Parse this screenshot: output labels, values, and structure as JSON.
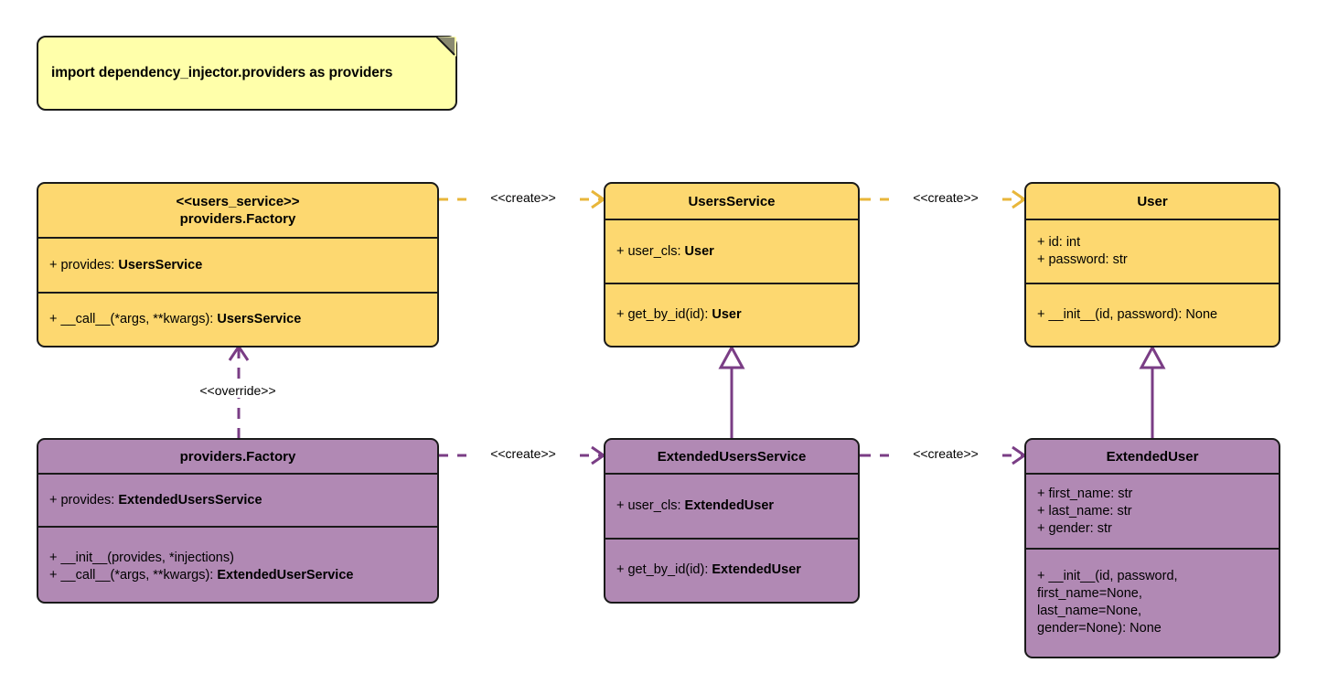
{
  "diagram": {
    "title": "Dependency Injector providers UML class diagram",
    "colors": {
      "yellow_fill": "#fdd870",
      "purple_fill": "#b189b4",
      "note_fill": "#ffffaa",
      "border": "#1a1a1a",
      "yellow_connector": "#e8b63a",
      "purple_connector": "#7a3d85"
    }
  },
  "note": {
    "text": "import dependency_injector.providers as providers"
  },
  "classes": {
    "users_service_factory": {
      "stereotype": "<<users_service>>",
      "name": "providers.Factory",
      "attributes": [
        {
          "prefix": "+ provides: ",
          "emphasis": "UsersService"
        }
      ],
      "methods": [
        {
          "prefix": "+ __call__(*args, **kwargs): ",
          "emphasis": "UsersService"
        }
      ]
    },
    "users_service": {
      "stereotype": "",
      "name": "UsersService",
      "attributes": [
        {
          "prefix": "+ user_cls: ",
          "emphasis": "User"
        }
      ],
      "methods": [
        {
          "prefix": "+ get_by_id(id): ",
          "emphasis": "User"
        }
      ]
    },
    "user": {
      "stereotype": "",
      "name": "User",
      "attributes": [
        {
          "prefix": "+ id: int",
          "emphasis": ""
        },
        {
          "prefix": "+ password: str",
          "emphasis": ""
        }
      ],
      "methods": [
        {
          "prefix": "+ __init__(id, password): None",
          "emphasis": ""
        }
      ]
    },
    "extended_factory": {
      "stereotype": "",
      "name": "providers.Factory",
      "attributes": [
        {
          "prefix": "+ provides: ",
          "emphasis": "ExtendedUsersService"
        }
      ],
      "methods": [
        {
          "prefix": "+ __init__(provides, *injections)",
          "emphasis": ""
        },
        {
          "prefix": "+ __call__(*args, **kwargs): ",
          "emphasis": "ExtendedUserService"
        }
      ]
    },
    "extended_users_service": {
      "stereotype": "",
      "name": "ExtendedUsersService",
      "attributes": [
        {
          "prefix": "+ user_cls: ",
          "emphasis": "ExtendedUser"
        }
      ],
      "methods": [
        {
          "prefix": "+ get_by_id(id): ",
          "emphasis": "ExtendedUser"
        }
      ]
    },
    "extended_user": {
      "stereotype": "",
      "name": "ExtendedUser",
      "attributes": [
        {
          "prefix": "+ first_name: str",
          "emphasis": ""
        },
        {
          "prefix": "+ last_name: str",
          "emphasis": ""
        },
        {
          "prefix": "+ gender: str",
          "emphasis": ""
        }
      ],
      "methods": [
        {
          "prefix": "+ __init__(id, password,\nfirst_name=None,\nlast_name=None,\ngender=None): None",
          "emphasis": ""
        }
      ]
    }
  },
  "relations": {
    "create_top_left": {
      "label": "<<create>>",
      "kind": "dependency-create",
      "color": "#e8b63a"
    },
    "create_top_right": {
      "label": "<<create>>",
      "kind": "dependency-create",
      "color": "#e8b63a"
    },
    "create_bottom_left": {
      "label": "<<create>>",
      "kind": "dependency-create",
      "color": "#7a3d85"
    },
    "create_bottom_right": {
      "label": "<<create>>",
      "kind": "dependency-create",
      "color": "#7a3d85"
    },
    "override": {
      "label": "<<override>>",
      "kind": "dependency-override",
      "color": "#7a3d85"
    },
    "generalization_service": {
      "label": "",
      "kind": "generalization",
      "color": "#7a3d85"
    },
    "generalization_user": {
      "label": "",
      "kind": "generalization",
      "color": "#7a3d85"
    }
  }
}
